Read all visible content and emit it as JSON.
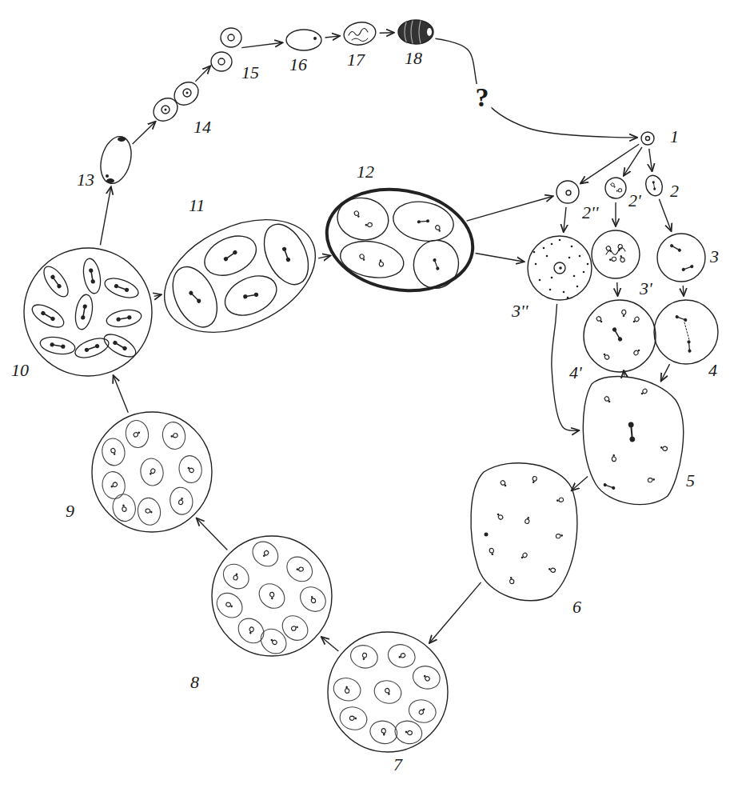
{
  "diagram": {
    "nodes": [
      {
        "text": [
          "1"
        ]
      },
      {
        "text": [
          "2''"
        ]
      },
      {
        "text": [
          "2'"
        ]
      },
      {
        "text": [
          "2"
        ]
      },
      {
        "text": [
          "3''"
        ]
      },
      {
        "text": [
          "3'"
        ]
      },
      {
        "text": [
          "3"
        ]
      },
      {
        "text": [
          "4'"
        ]
      },
      {
        "text": [
          "4"
        ]
      },
      {
        "text": [
          "5"
        ]
      },
      {
        "text": [
          "6"
        ]
      },
      {
        "text": [
          "7"
        ]
      },
      {
        "text": [
          "8"
        ]
      },
      {
        "text": [
          "9"
        ]
      },
      {
        "text": [
          "10"
        ]
      },
      {
        "text": [
          "11"
        ]
      },
      {
        "text": [
          "12"
        ]
      },
      {
        "text": [
          "13"
        ]
      },
      {
        "text": [
          "14"
        ]
      },
      {
        "text": [
          "15"
        ]
      },
      {
        "text": [
          "16"
        ]
      },
      {
        "text": [
          "17"
        ]
      },
      {
        "text": [
          "18"
        ]
      }
    ],
    "edges": [
      {
        "from": 0,
        "to": 3,
        "arrow": "to"
      },
      {
        "from": 0,
        "to": 2,
        "arrow": "to"
      },
      {
        "from": 0,
        "to": 1,
        "arrow": "to"
      },
      {
        "from": 3,
        "to": 6,
        "arrow": "to"
      },
      {
        "from": 2,
        "to": 5,
        "arrow": "to"
      },
      {
        "from": 1,
        "to": 4,
        "arrow": "to"
      },
      {
        "from": 5,
        "to": 7,
        "arrow": "to"
      },
      {
        "from": 6,
        "to": 8,
        "arrow": "to"
      },
      {
        "from": 4,
        "to": 9,
        "arrow": "to"
      },
      {
        "from": 7,
        "to": 9,
        "arrow": "to"
      },
      {
        "from": 8,
        "to": 9,
        "arrow": "to"
      },
      {
        "from": 9,
        "to": 10,
        "arrow": "to"
      },
      {
        "from": 10,
        "to": 11,
        "arrow": "to"
      },
      {
        "from": 11,
        "to": 12,
        "arrow": "to"
      },
      {
        "from": 12,
        "to": 13,
        "arrow": "to"
      },
      {
        "from": 13,
        "to": 14,
        "arrow": "to"
      },
      {
        "from": 14,
        "to": 15,
        "arrow": "to"
      },
      {
        "from": 14,
        "to": 17,
        "arrow": "to"
      },
      {
        "from": 15,
        "to": 16,
        "arrow": "to"
      },
      {
        "from": 16,
        "to": 1,
        "arrow": "to"
      },
      {
        "from": 16,
        "to": 4,
        "arrow": "to"
      },
      {
        "from": 17,
        "to": 18,
        "arrow": "to"
      },
      {
        "from": 18,
        "to": 19,
        "arrow": "to"
      },
      {
        "from": 19,
        "to": 20,
        "arrow": "to"
      },
      {
        "from": 20,
        "to": 21,
        "arrow": "to"
      },
      {
        "from": 21,
        "to": 22,
        "arrow": "to"
      },
      {
        "from": 22,
        "to": 0,
        "label": "?",
        "arrow": "to"
      }
    ]
  }
}
